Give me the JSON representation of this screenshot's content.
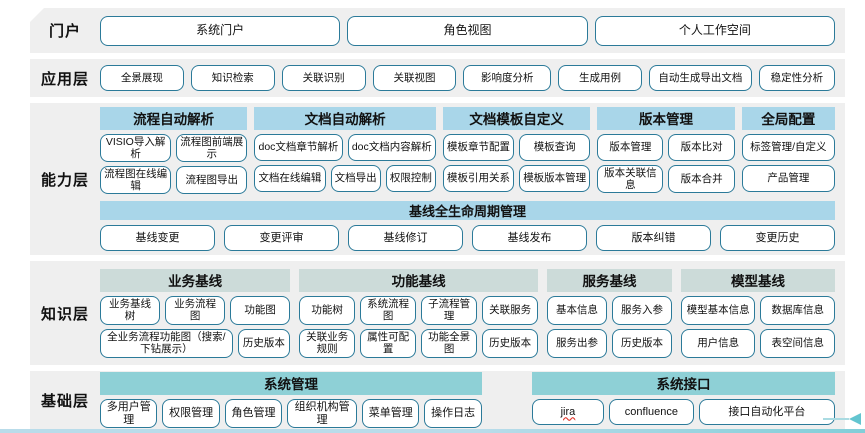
{
  "colors": {
    "row_bg": "#efefef",
    "button_border": "#2b7a99",
    "header_blue": "#a9d6e9",
    "header_gray_teal": "#ccdbd9",
    "header_teal": "#8ed0d6",
    "bottom_line_left": "#b9dcea",
    "bottom_line_right": "#82ced8",
    "arrow": "#63c5d0",
    "spellcheck_underline": "#e0392f"
  },
  "layers": [
    {
      "id": "portal",
      "label": "门户",
      "button_rows": [
        [
          "系统门户",
          "角色视图",
          "个人工作空间"
        ]
      ]
    },
    {
      "id": "application",
      "label": "应用层",
      "button_rows": [
        [
          "全景展现",
          "知识检索",
          "关联识别",
          "关联视图",
          {
            "label": "影响度分析",
            "flex": 1.05
          },
          "生成用例",
          {
            "label": "自动生成导出文档",
            "flex": 1.25
          },
          {
            "label": "稳定性分析",
            "flex": 0.9
          }
        ]
      ]
    },
    {
      "id": "capability",
      "label": "能力层",
      "group_gap": 7,
      "groups": [
        {
          "title": "流程自动解析",
          "header": "blue",
          "flex": 150,
          "rows": [
            [
              "VISIO导入解析",
              "流程图前端展示"
            ],
            [
              "流程图在线编辑",
              "流程图导出"
            ]
          ]
        },
        {
          "title": "文档自动解析",
          "header": "blue",
          "flex": 185,
          "rows": [
            [
              "doc文档章节解析",
              "doc文档内容解析"
            ],
            [
              {
                "label": "文档在线编辑",
                "flex": 1.5
              },
              "文档导出",
              "权限控制"
            ]
          ]
        },
        {
          "title": "文档模板自定义",
          "header": "blue",
          "flex": 150,
          "rows": [
            [
              "模板章节配置",
              "模板查询"
            ],
            [
              "模板引用关系",
              "模板版本管理"
            ]
          ]
        },
        {
          "title": "版本管理",
          "header": "blue",
          "flex": 140,
          "rows": [
            [
              "版本管理",
              "版本比对"
            ],
            [
              "版本关联信息",
              "版本合并"
            ]
          ]
        },
        {
          "title": "全局配置",
          "header": "blue",
          "flex": 95,
          "rows": [
            [
              "标签管理/自定义"
            ],
            [
              "产品管理"
            ]
          ]
        }
      ],
      "band": {
        "title": "基线全生命周期管理",
        "buttons": [
          "基线变更",
          "变更评审",
          "基线修订",
          "基线发布",
          "版本纠错",
          "变更历史"
        ]
      }
    },
    {
      "id": "knowledge",
      "label": "知识层",
      "group_gap": 9,
      "groups": [
        {
          "title": "业务基线",
          "header": "gray",
          "flex": 195,
          "rows": [
            [
              "业务基线树",
              "业务流程图",
              "功能图"
            ],
            [
              {
                "label": "全业务流程功能图（搜索/下钻展示）",
                "flex": 2.8
              },
              "历史版本"
            ]
          ]
        },
        {
          "title": "功能基线",
          "header": "gray",
          "flex": 245,
          "rows": [
            [
              "功能树",
              "系统流程图",
              "子流程管理",
              "关联服务"
            ],
            [
              "关联业务规则",
              "属性可配置",
              "功能全景图",
              "历史版本"
            ]
          ]
        },
        {
          "title": "服务基线",
          "header": "gray",
          "flex": 128,
          "rows": [
            [
              "基本信息",
              "服务入参"
            ],
            [
              "服务出参",
              "历史版本"
            ]
          ]
        },
        {
          "title": "模型基线",
          "header": "gray",
          "flex": 158,
          "rows": [
            [
              "模型基本信息",
              "数据库信息"
            ],
            [
              "用户信息",
              "表空间信息"
            ]
          ]
        }
      ]
    },
    {
      "id": "foundation",
      "label": "基础层",
      "group_gap": 50,
      "groups": [
        {
          "title": "系统管理",
          "header": "teal",
          "flex": 378,
          "rows": [
            [
              "多用户管理",
              "权限管理",
              "角色管理",
              {
                "label": "组织机构管理",
                "flex": 1.25
              },
              "菜单管理",
              "操作日志"
            ]
          ]
        },
        {
          "title": "系统接口",
          "header": "teal",
          "flex": 300,
          "rows": [
            [
              {
                "label": "jira",
                "wavy": true
              },
              {
                "label": "confluence",
                "flex": 1.2
              },
              {
                "label": "接口自动化平台",
                "flex": 2
              }
            ]
          ]
        }
      ]
    }
  ]
}
